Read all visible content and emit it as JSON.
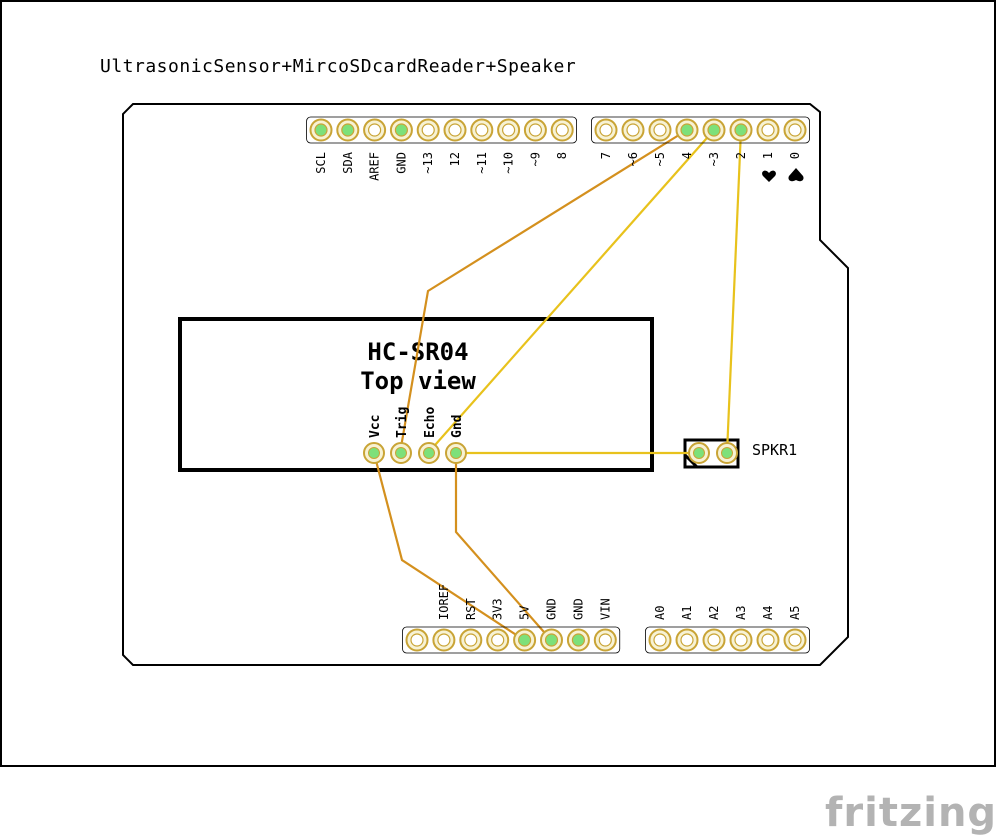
{
  "title": "UltrasonicSensor+MircoSDcardReader+Speaker",
  "brand": "fritzing",
  "top_header_left": [
    {
      "label": "SCL",
      "connected": true
    },
    {
      "label": "SDA",
      "connected": true
    },
    {
      "label": "AREF",
      "connected": false
    },
    {
      "label": "GND",
      "connected": true
    },
    {
      "label": "~13",
      "connected": false
    },
    {
      "label": "12",
      "connected": false
    },
    {
      "label": "~11",
      "connected": false
    },
    {
      "label": "~10",
      "connected": false
    },
    {
      "label": "~9",
      "connected": false
    },
    {
      "label": "8",
      "connected": false
    }
  ],
  "top_header_right": [
    {
      "label": "7",
      "connected": false
    },
    {
      "label": "~6",
      "connected": false
    },
    {
      "label": "~5",
      "connected": false
    },
    {
      "label": "4",
      "connected": true
    },
    {
      "label": "~3",
      "connected": true
    },
    {
      "label": "2",
      "connected": true
    },
    {
      "label": "1",
      "connected": false
    },
    {
      "label": "0",
      "connected": false
    }
  ],
  "bottom_header_power": [
    {
      "label": "",
      "connected": false
    },
    {
      "label": "IOREF",
      "connected": false
    },
    {
      "label": "RST",
      "connected": false
    },
    {
      "label": "3V3",
      "connected": false
    },
    {
      "label": "5V",
      "connected": true
    },
    {
      "label": "GND",
      "connected": true
    },
    {
      "label": "GND",
      "connected": true
    },
    {
      "label": "VIN",
      "connected": false
    }
  ],
  "bottom_header_analog": [
    {
      "label": "A0",
      "connected": false
    },
    {
      "label": "A1",
      "connected": false
    },
    {
      "label": "A2",
      "connected": false
    },
    {
      "label": "A3",
      "connected": false
    },
    {
      "label": "A4",
      "connected": false
    },
    {
      "label": "A5",
      "connected": false
    }
  ],
  "sensor": {
    "title_line1": "HC-SR04",
    "title_line2": "Top view",
    "pins": [
      "Vcc",
      "Trig",
      "Echo",
      "Gnd"
    ]
  },
  "speaker": {
    "label": "SPKR1"
  },
  "colors": {
    "trace_orange": "#d4901e",
    "trace_yellow": "#e8c21c",
    "pad_fill": "#f7f2d4",
    "pad_ring": "#c9a436",
    "pad_connected": "#7de07a"
  },
  "wires": [
    {
      "from": "top_header_right.4",
      "to": "sensor.Trig",
      "color": "orange"
    },
    {
      "from": "top_header_right.~3",
      "to": "sensor.Echo",
      "color": "yellow"
    },
    {
      "from": "top_header_right.2",
      "to": "speaker.pin2",
      "color": "yellow"
    },
    {
      "from": "sensor.Gnd",
      "to": "speaker.pin1",
      "color": "yellow"
    },
    {
      "from": "sensor.Vcc",
      "to": "bottom_header_power.5V",
      "color": "orange"
    },
    {
      "from": "sensor.Gnd",
      "to": "bottom_header_power.GND",
      "color": "orange"
    }
  ]
}
